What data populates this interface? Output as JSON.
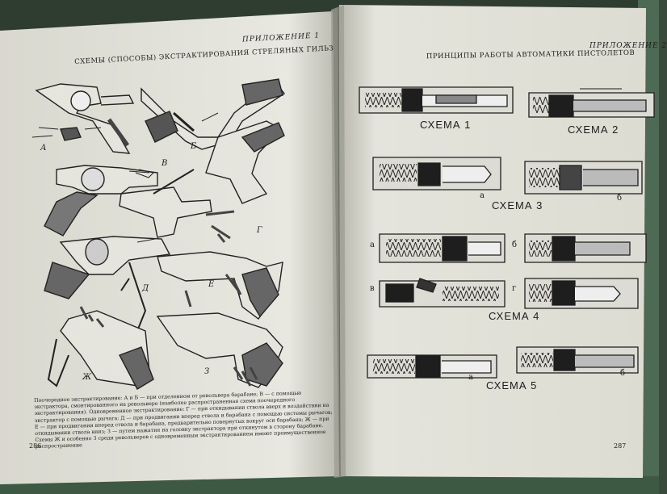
{
  "left_page": {
    "header": "ПРИЛОЖЕНИЕ 1",
    "title": "СХЕМЫ (СПОСОБЫ) ЭКСТРАКТИРОВАНИЯ СТРЕЛЯНЫХ ГИЛЬЗ",
    "labels": [
      "А",
      "Б",
      "В",
      "Г",
      "Д",
      "Е",
      "Ж",
      "З"
    ],
    "note": "Поочередное экстрактирование: А и Б — при отделенном от револьвера барабане; В — с помощью экстрактора, смонтированного на револьвере (наиболее распространенная схема поочередного экстрактирования). Одновременное экстрактирование: Г — при откидывании ствола вверх и воздействии на экстрактор с помощью рычага; Д — при продвигании вперед ствола и барабана с помощью системы рычагов; Е — при продвигании вперед ствола и барабана, предварительно повернутых вокруг оси барабана; Ж — при откидывании ствола вниз; З — путем нажатия на головку экстрактора при откинутом в сторону барабане. Схемы Ж и особенно З среди револьверов с одновременным экстрактированием имеют преимущественное распространение",
    "page_number": "286"
  },
  "right_page": {
    "header": "ПРИЛОЖЕНИЕ 2",
    "title": "ПРИНЦИПЫ РАБОТЫ АВТОМАТИКИ ПИСТОЛЕТОВ",
    "captions": [
      "СХЕМА 1",
      "СХЕМА 2",
      "СХЕМА 3",
      "СХЕМА 4",
      "СХЕМА 5"
    ],
    "sub_labels": [
      "а",
      "б",
      "а",
      "б",
      "в",
      "г",
      "а",
      "б"
    ],
    "page_number": "287"
  }
}
